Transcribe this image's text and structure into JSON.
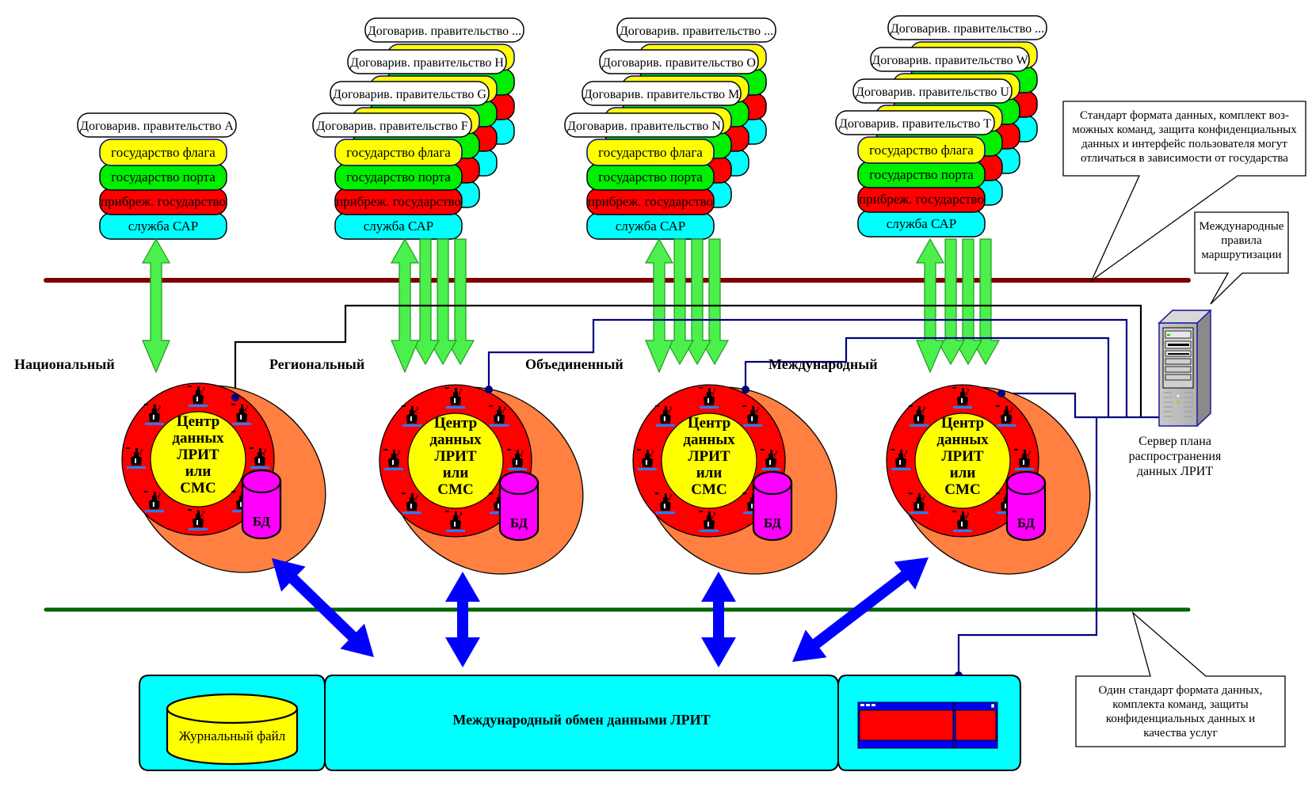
{
  "colors": {
    "flag": "#ffff00",
    "port": "#00ee00",
    "coastal": "#ff0000",
    "sar": "#00ffff",
    "orange": "#ff8040",
    "ring": "#ff0000",
    "core": "#ffff00",
    "db": "#ff00ff",
    "green_arrow": "#4cf04c",
    "blue_arrow": "#0000ff",
    "red_line": "#800000",
    "green_line": "#006600",
    "net_line": "#000080",
    "panel": "#00ffff"
  },
  "state_labels": {
    "flag": "государство флага",
    "port": "государство порта",
    "coastal": "прибреж. государство",
    "sar": "служба САР"
  },
  "clusters": [
    {
      "level": "Национальный",
      "governments": [
        "Договарив. правительство A"
      ],
      "core_lines": [
        "Центр",
        "данных",
        "ЛРИТ",
        "или",
        "СМС"
      ],
      "db_label": "БД"
    },
    {
      "level": "Региональный",
      "governments": [
        "Договарив. правительство F",
        "Договарив. правительство G",
        "Договарив. правительство H",
        "Договарив. правительство ..."
      ],
      "core_lines": [
        "Центр",
        "данных",
        "ЛРИТ",
        "или",
        "СМС"
      ],
      "db_label": "БД"
    },
    {
      "level": "Объединенный",
      "governments": [
        "Договарив. правительство N",
        "Договарив. правительство M",
        "Договарив. правительство O",
        "Договарив. правительство ..."
      ],
      "core_lines": [
        "Центр",
        "данных",
        "ЛРИТ",
        "или",
        "СМС"
      ],
      "db_label": "БД"
    },
    {
      "level": "Международный",
      "governments": [
        "Договарив. правительство T",
        "Договарив. правительство U",
        "Договарив. правительство W",
        "Договарив. правительство ..."
      ],
      "core_lines": [
        "Центр",
        "данных",
        "ЛРИТ",
        "или",
        "СМС"
      ],
      "db_label": "БД"
    }
  ],
  "notes": {
    "top": [
      "Стандарт формата данных, комплект воз-",
      "можных команд, защита конфиденциальных",
      "данных и интерфейс пользователя могут",
      "отличаться в зависимости от государства"
    ],
    "routing": [
      "Международные",
      "правила",
      "маршрутизации"
    ],
    "bottom": [
      "Один стандарт формата данных,",
      "комплекта команд, защиты",
      "конфиденциальных данных и",
      "качества услуг"
    ]
  },
  "server": {
    "label_lines": [
      "Сервер плана",
      "распространения",
      "данных ЛРИТ"
    ]
  },
  "bottom_panel": {
    "log_label": "Журнальный файл",
    "exchange_title": "Международный обмен данными ЛРИТ"
  }
}
